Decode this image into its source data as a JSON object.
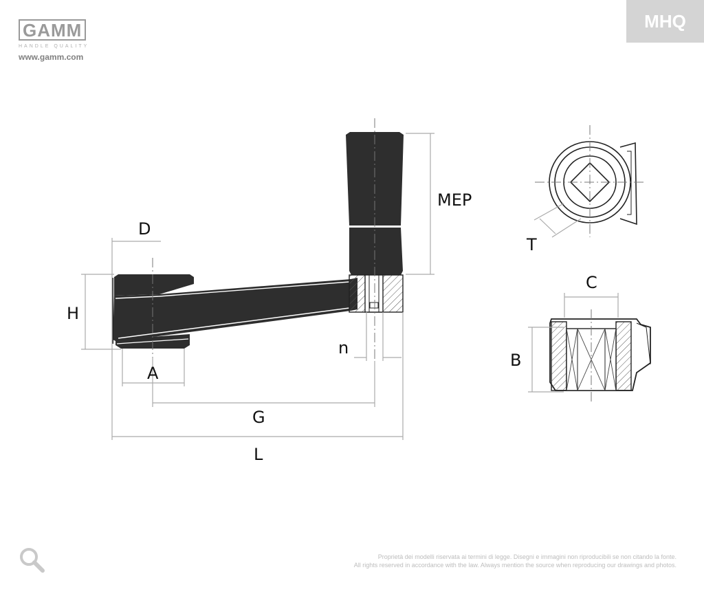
{
  "brand": {
    "logo_text": "GAMM",
    "tagline": "HANDLE QUALITY",
    "url": "www.gamm.com"
  },
  "product_code": "MHQ",
  "dimension_labels": {
    "D": "D",
    "H": "H",
    "A": "A",
    "G": "G",
    "L": "L",
    "n": "n",
    "MEP": "MEP",
    "T": "T",
    "C": "C",
    "B": "B"
  },
  "footer": {
    "line1": "Proprietà dei modelli riservata ai termini di legge. Disegni e immagini non riproducibili se non citando la fonte.",
    "line2": "All rights reserved in accordance with the law. Always mention the source when reproducing our drawings and photos."
  },
  "icons": {
    "zoom": "magnifier-icon"
  },
  "colors": {
    "badge_bg": "#d4d4d4",
    "logo": "#9a9a9a",
    "dimension_line": "#aaaaaa",
    "part": "#2e2e2e"
  }
}
